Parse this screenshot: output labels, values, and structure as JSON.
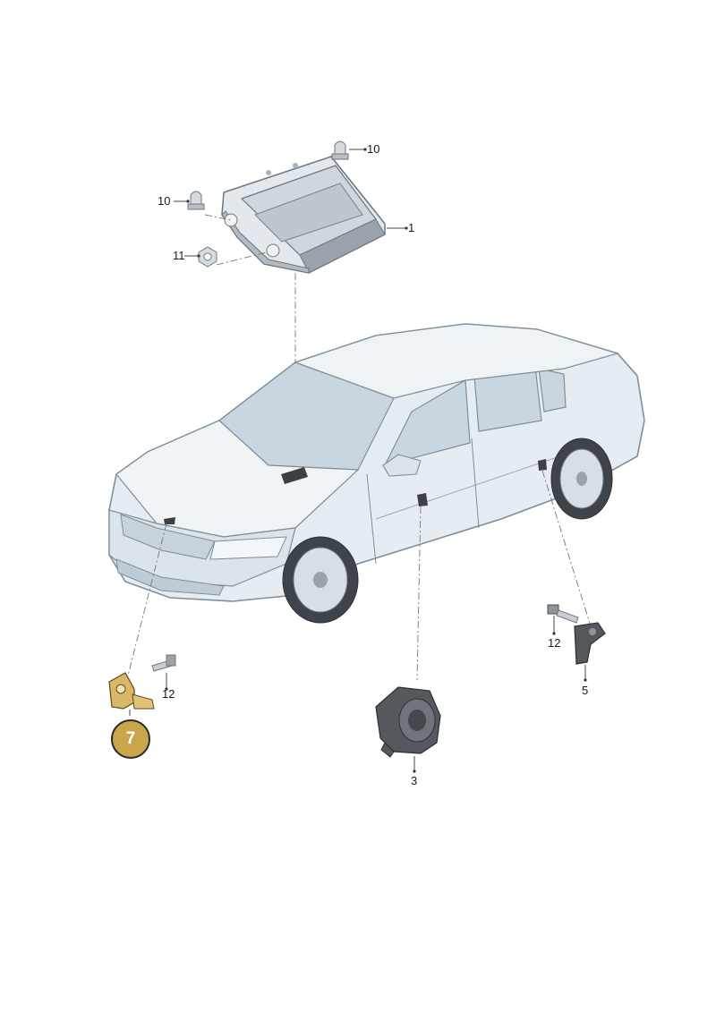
{
  "colors": {
    "body_fill": "#dde7ee",
    "body_stroke": "#8a9aa6",
    "dark_part": "#3d3f42",
    "highlight": "#c9a64a",
    "leader": "#666666"
  },
  "labels": {
    "l1": "1",
    "l10a": "10",
    "l10b": "10",
    "l11": "11",
    "l12a": "12",
    "l12b": "12",
    "l3": "3",
    "l5": "5"
  },
  "callout": {
    "number": "7"
  }
}
